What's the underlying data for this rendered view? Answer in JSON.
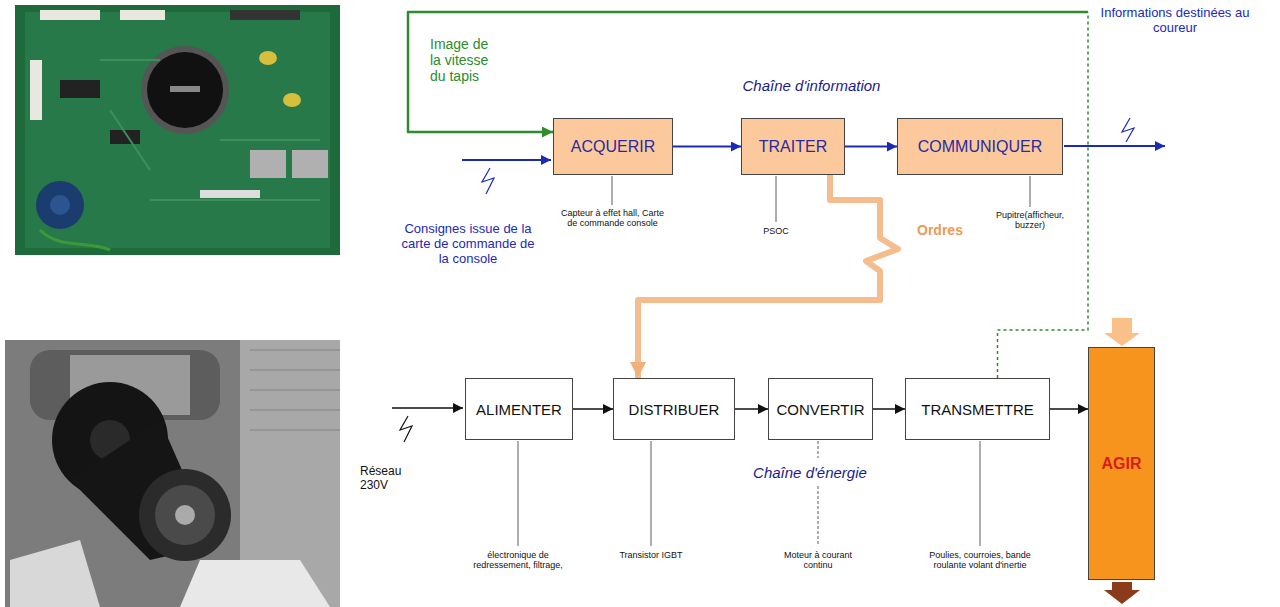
{
  "diagram": {
    "nodes": [
      {
        "text": [
          "Chaîne d'information"
        ]
      },
      {
        "text": [
          "ACQUERIR"
        ],
        "in": 0
      },
      {
        "text": [
          "TRAITER"
        ],
        "in": 0
      },
      {
        "text": [
          "COMMUNIQUER"
        ],
        "in": 0
      },
      {
        "text": [
          "Chaîne d'énergie"
        ]
      },
      {
        "text": [
          "ALIMENTER"
        ],
        "in": 4
      },
      {
        "text": [
          "DISTRIBUER"
        ],
        "in": 4
      },
      {
        "text": [
          "CONVERTIR"
        ],
        "in": 4
      },
      {
        "text": [
          "TRANSMETTRE"
        ],
        "in": 4
      },
      {
        "text": [
          "AGIR"
        ]
      }
    ],
    "edges": [
      {
        "from": 1,
        "to": 2,
        "arrow": "to"
      },
      {
        "from": 2,
        "to": 3,
        "arrow": "to"
      },
      {
        "from": 2,
        "to": 6,
        "label": "Ordres",
        "arrow": "to"
      },
      {
        "from": 5,
        "to": 6,
        "arrow": "to"
      },
      {
        "from": 6,
        "to": 7,
        "arrow": "to"
      },
      {
        "from": 7,
        "to": 8,
        "arrow": "to"
      },
      {
        "from": 8,
        "to": 9,
        "arrow": "to"
      },
      {
        "from": 8,
        "to": 1,
        "label": "Image de la vitesse du tapis",
        "arrow": "to"
      }
    ],
    "labels": [
      "Consignes issue de la carte de commande de la console",
      "Informations destinées au coureur",
      "Capteur à effet hall, Carte de commande console",
      "PSOC",
      "Pupitre(afficheur, buzzer)",
      "Réseau 230V",
      "électronique de redressement, filtrage,",
      "Transistor IGBT",
      "Moteur à courant continu",
      "Poulies, courroies, bande roulante volant d'inertie"
    ]
  }
}
